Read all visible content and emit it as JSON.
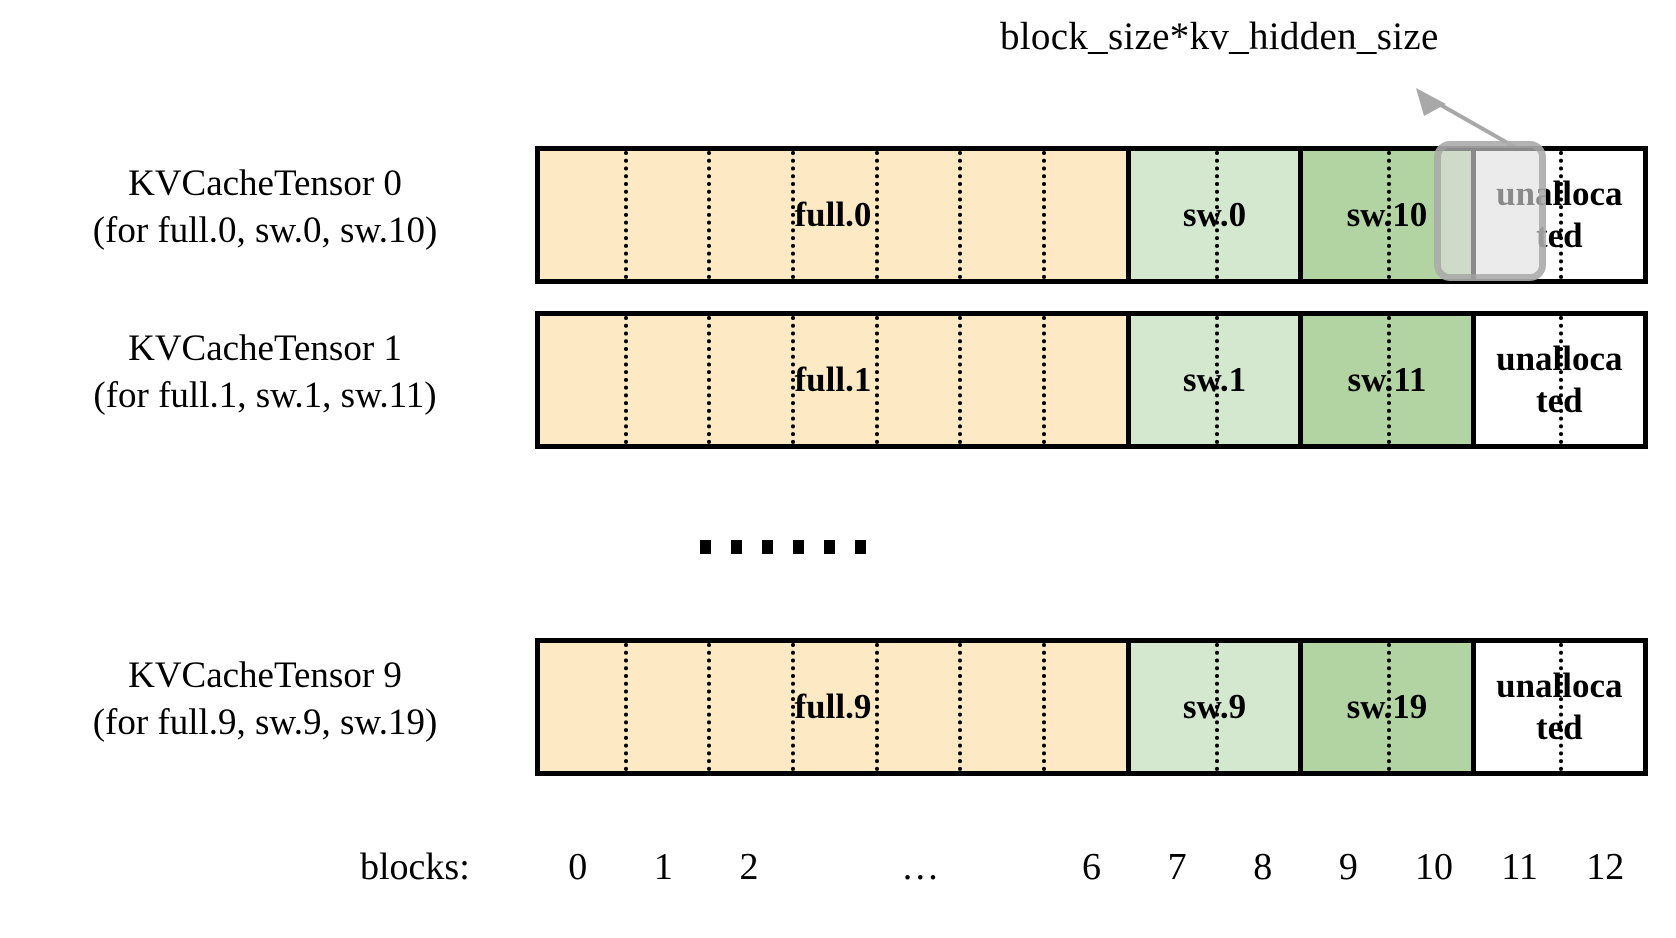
{
  "annotation": {
    "label": "block_size*kv_hidden_size",
    "arrow_icon": "arrow-up-left-icon",
    "highlight_target": "block-11-row-0"
  },
  "colors": {
    "full_fill": "#fdeac4",
    "sw_light_fill": "#d4e8d0",
    "sw_dark_fill": "#b2d4a3",
    "unallocated_fill": "#ffffff",
    "border": "#000000",
    "highlight_overlay": "#dedede",
    "highlight_border": "#a0a0a0"
  },
  "rows": [
    {
      "title": "KVCacheTensor 0",
      "subtitle": "(for full.0, sw.0, sw.10)",
      "segments": [
        {
          "label": "full.0",
          "kind": "full",
          "blocks": 7,
          "flex": 7
        },
        {
          "label": "sw.0",
          "kind": "sw-light",
          "blocks": 2,
          "flex": 2
        },
        {
          "label": "sw.10",
          "kind": "sw-dark",
          "blocks": 2,
          "flex": 2
        },
        {
          "label": "unalloca\nted",
          "kind": "unalloc",
          "blocks": 2,
          "flex": 2
        }
      ]
    },
    {
      "title": "KVCacheTensor 1",
      "subtitle": "(for full.1, sw.1, sw.11)",
      "segments": [
        {
          "label": "full.1",
          "kind": "full",
          "blocks": 7,
          "flex": 7
        },
        {
          "label": "sw.1",
          "kind": "sw-light",
          "blocks": 2,
          "flex": 2
        },
        {
          "label": "sw.11",
          "kind": "sw-dark",
          "blocks": 2,
          "flex": 2
        },
        {
          "label": "unalloca\nted",
          "kind": "unalloc",
          "blocks": 2,
          "flex": 2
        }
      ]
    },
    {
      "title": "KVCacheTensor 9",
      "subtitle": "(for full.9, sw.9, sw.19)",
      "segments": [
        {
          "label": "full.9",
          "kind": "full",
          "blocks": 7,
          "flex": 7
        },
        {
          "label": "sw.9",
          "kind": "sw-light",
          "blocks": 2,
          "flex": 2
        },
        {
          "label": "sw.19",
          "kind": "sw-dark",
          "blocks": 2,
          "flex": 2
        },
        {
          "label": "unalloca\nted",
          "kind": "unalloc",
          "blocks": 2,
          "flex": 2
        }
      ]
    }
  ],
  "ellipsis": {
    "dots": 6
  },
  "blocks_axis": {
    "title": "blocks:",
    "ticks": [
      "0",
      "1",
      "2",
      "…",
      "6",
      "7",
      "8",
      "9",
      "10",
      "11",
      "12"
    ]
  }
}
